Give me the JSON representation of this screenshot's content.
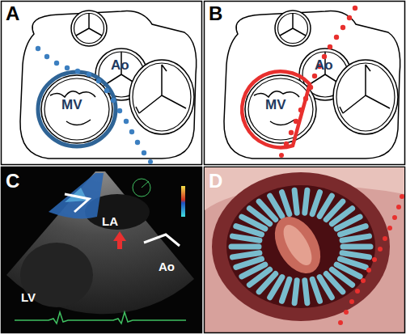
{
  "diagram": {
    "labels": [
      "A",
      "Ao",
      "MV",
      "B",
      "Ao",
      "MV",
      "C",
      "LA",
      "Ao",
      "LV",
      "D"
    ]
  }
}
